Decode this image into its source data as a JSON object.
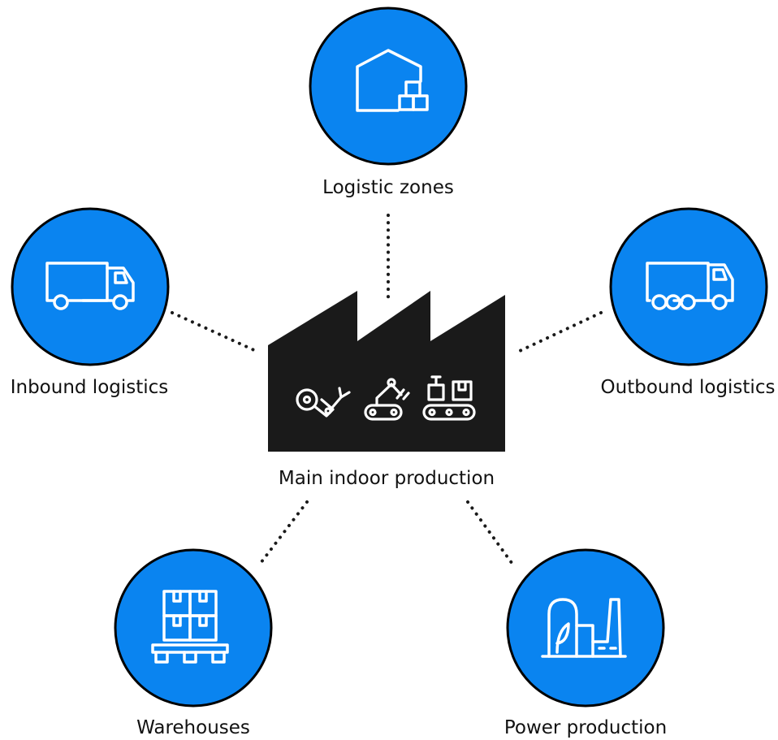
{
  "center": {
    "label": "Main indoor production",
    "icons": [
      "robot-arm-icon",
      "robotic-crane-icon",
      "conveyor-belt-icon"
    ]
  },
  "nodes": [
    {
      "id": "logistic-zones",
      "label": "Logistic zones",
      "icon": "warehouse-boxes-icon"
    },
    {
      "id": "inbound-logistics",
      "label": "Inbound logistics",
      "icon": "delivery-truck-icon"
    },
    {
      "id": "outbound-logistics",
      "label": "Outbound logistics",
      "icon": "cargo-truck-icon"
    },
    {
      "id": "warehouses",
      "label": "Warehouses",
      "icon": "pallet-boxes-icon"
    },
    {
      "id": "power-production",
      "label": "Power production",
      "icon": "power-plant-icon"
    }
  ],
  "colors": {
    "node_fill": "#0A84F0",
    "node_stroke": "#000000",
    "factory": "#1A1A1A",
    "icon": "#FFFFFF",
    "connector": "#1A1A1A"
  }
}
